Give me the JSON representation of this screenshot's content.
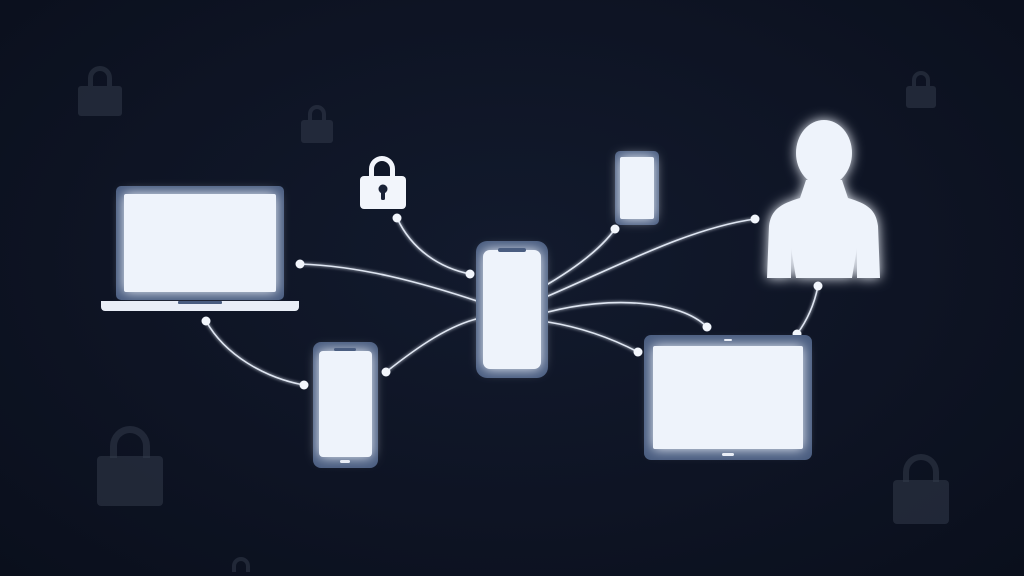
{
  "diagram": {
    "nodes": [
      {
        "id": "hub",
        "icon": "smartphone-icon",
        "role": "central device"
      },
      {
        "id": "laptop",
        "icon": "laptop-icon"
      },
      {
        "id": "phone-left",
        "icon": "smartphone-icon"
      },
      {
        "id": "phone-small",
        "icon": "smartphone-icon"
      },
      {
        "id": "tablet",
        "icon": "tablet-icon"
      },
      {
        "id": "user",
        "icon": "user-icon"
      },
      {
        "id": "lock",
        "icon": "lock-icon"
      }
    ],
    "edges": [
      [
        "hub",
        "laptop"
      ],
      [
        "hub",
        "lock"
      ],
      [
        "hub",
        "phone-left"
      ],
      [
        "hub",
        "phone-small"
      ],
      [
        "hub",
        "user"
      ],
      [
        "hub",
        "tablet"
      ],
      [
        "laptop",
        "phone-left"
      ],
      [
        "user",
        "tablet"
      ]
    ],
    "background_icons": [
      "lock-icon",
      "lock-icon",
      "lock-icon",
      "lock-icon",
      "lock-icon",
      "lock-icon"
    ],
    "colors": {
      "background": "#0d1221",
      "device_frame": "#4a5d80",
      "screen": "#e9eef7",
      "connector": "#dfe6f2",
      "faded_lock": "#333a4a"
    }
  }
}
